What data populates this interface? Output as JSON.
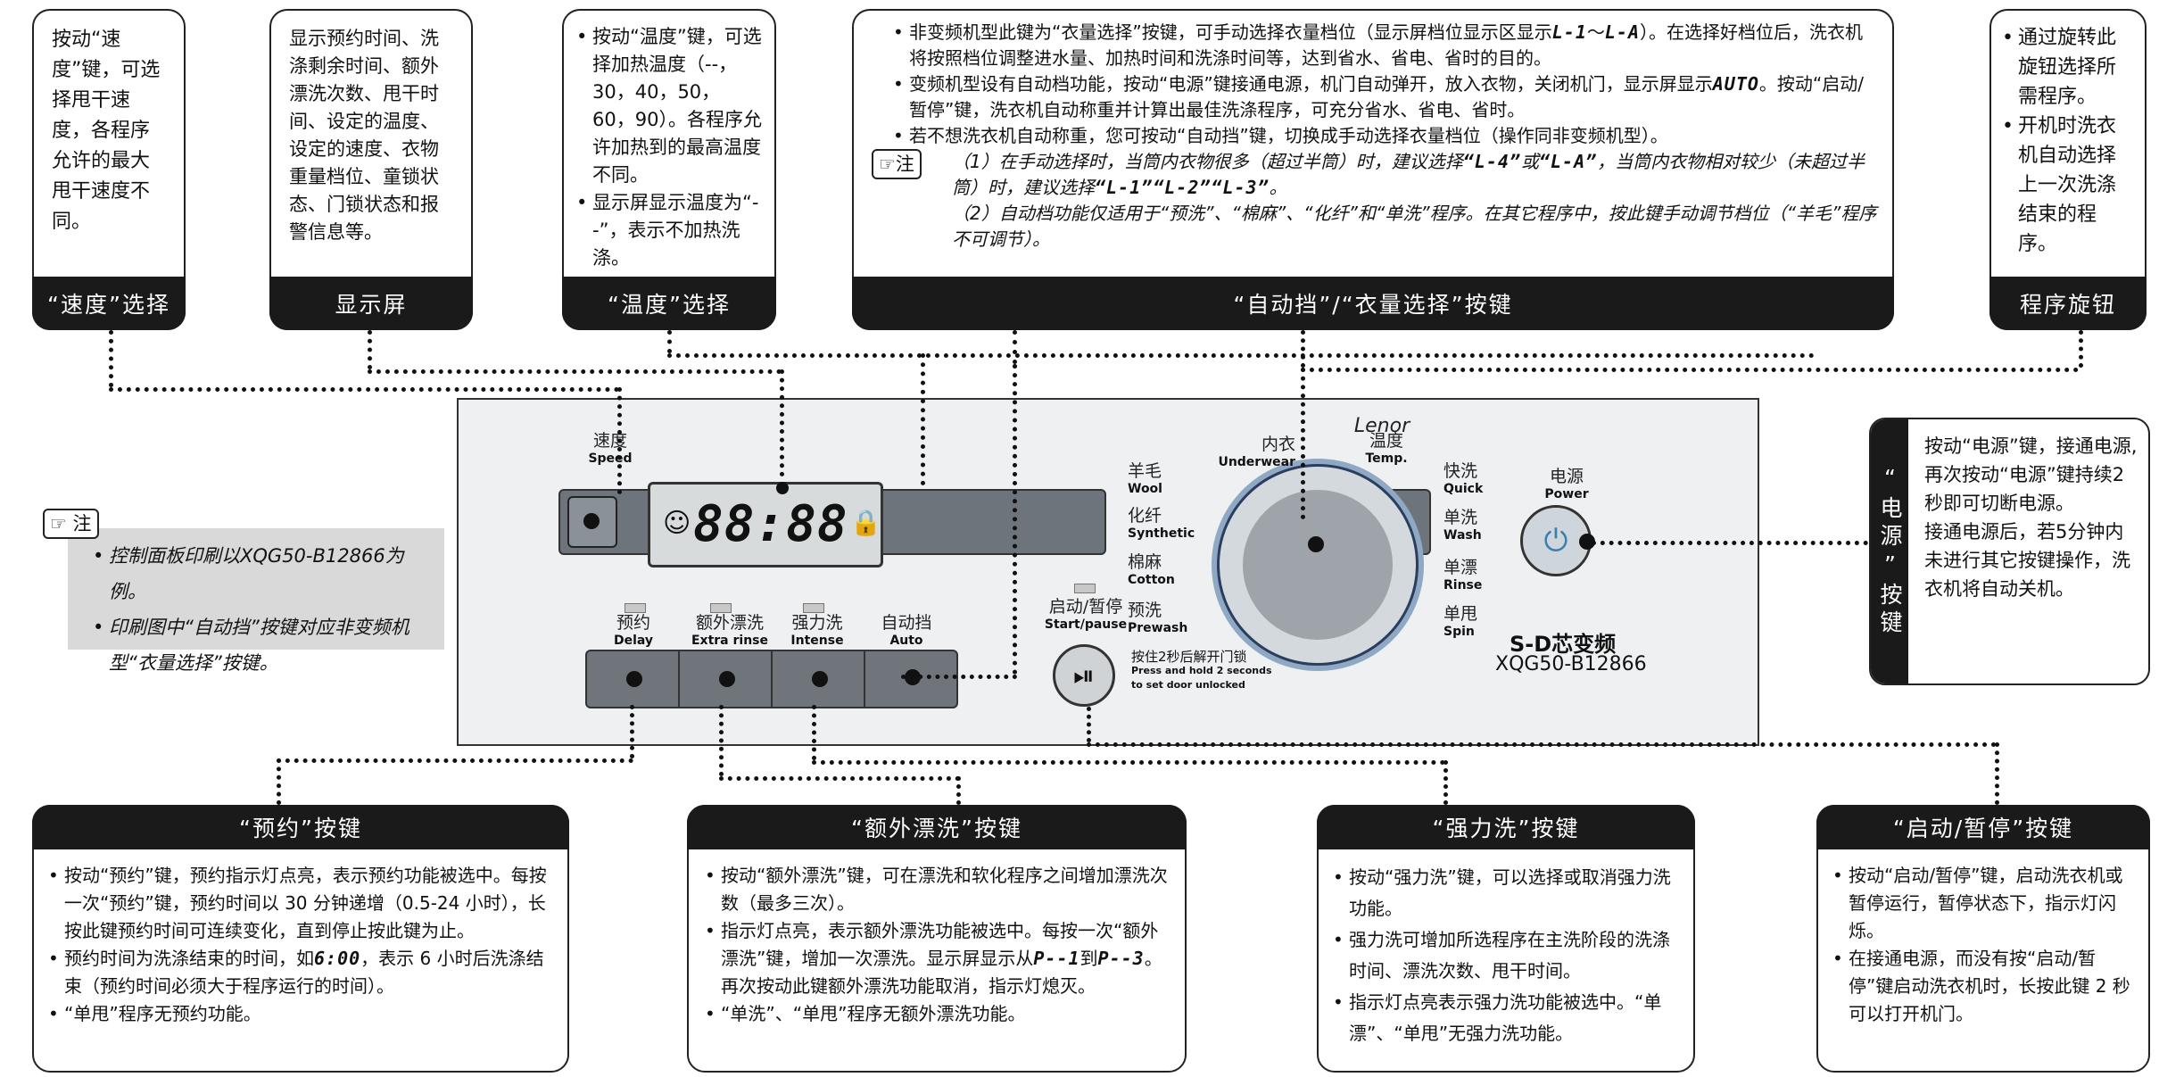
{
  "speed_card": {
    "title": "“速度”选择",
    "text": "按动“速度”键，可选择甩干速度，各程序允许的最大甩干速度不同。"
  },
  "display_card": {
    "title": "显示屏",
    "text": "显示预约时间、洗涤剩余时间、额外漂洗次数、甩干时间、设定的温度、设定的速度、衣物重量档位、童锁状态、门锁状态和报警信息等。"
  },
  "temp_card": {
    "title": "“温度”选择",
    "items": [
      "按动“温度”键，可选择加热温度（--，30，40，50，60，90）。各程序允许加热到的最高温度不同。",
      "显示屏显示温度为“--”，表示不加热洗涤。"
    ]
  },
  "auto_card": {
    "title": "“自动挡”/“衣量选择”按键",
    "item1_a": "非变频机型此键为“衣量选择”按键，可手动选择衣量档位（显示屏档位显示区显示",
    "seg_l1": "L-1",
    "seg_tilde": "～",
    "seg_la": "L-A",
    "item1_b": "）。在选择好档位后，洗衣机将按照档位调整进水量、加热时间和洗涤时间等，达到省水、省电、省时的目的。",
    "item2_a": "变频机型设有自动档功能，按动“电源”键接通电源，机门自动弹开，放入衣物，关闭机门，显示屏显示",
    "seg_auto": "AUTO",
    "item2_b": "。按动“启动/暂停”键，洗衣机自动称重并计算出最佳洗涤程序，可充分省水、省电、省时。",
    "item3": "若不想洗衣机自动称重，您可按动“自动挡”键，切换成手动选择衣量档位（操作同非变频机型）。",
    "note_label": "注",
    "note1_a": "（1）在手动选择时，当筒内衣物很多（超过半筒）时，建议选择",
    "note1_s1": "“L-4”",
    "note1_or": "或",
    "note1_s2": "“L-A”",
    "note1_b": "，当筒内衣物相对较少（未超过半筒）时，建议选择",
    "note1_s3": "“L-1”“L-2”“L-3”",
    "note1_c": "。",
    "note2": "（2）自动档功能仅适用于“预洗”、“棉麻”、“化纤”和“单洗”程序。在其它程序中，按此键手动调节档位（“羊毛”程序不可调节）。"
  },
  "program_card": {
    "title": "程序旋钮",
    "items": [
      "通过旋转此旋钮选择所需程序。",
      "开机时洗衣机自动选择上一次洗涤结束的程序。"
    ]
  },
  "power_card": {
    "title": "“电源”按键",
    "text1": "按动“电源”键，接通电源,再次按动“电源”键持续2秒即可切断电源。",
    "text2": "接通电源后，若5分钟内未进行其它按键操作，洗衣机将自动关机。"
  },
  "left_note": {
    "label": "注",
    "items": [
      "控制面板印刷以XQG50-B12866为例。",
      "印刷图中“自动挡”按键对应非变频机型“衣量选择”按键。"
    ]
  },
  "delay_card": {
    "title": "“预约”按键",
    "item1": "按动“预约”键，预约指示灯点亮，表示预约功能被选中。每按一次“预约”键，预约时间以 30 分钟递增（0.5-24 小时），长按此键预约时间可连续变化，直到停止按此键为止。",
    "item2_a": "预约时间为洗涤结束的时间，如",
    "item2_seg": "6:00",
    "item2_b": "，表示 6 小时后洗涤结束（预约时间必须大于程序运行的时间）。",
    "item3": "“单甩”程序无预约功能。"
  },
  "rinse_card": {
    "title": "“额外漂洗”按键",
    "item1": "按动“额外漂洗”键，可在漂洗和软化程序之间增加漂洗次数（最多三次）。",
    "item2_a": "指示灯点亮，表示额外漂洗功能被选中。每按一次“额外漂洗”键，增加一次漂洗。显示屏显示从",
    "item2_s1": "P--1",
    "item2_mid": "到",
    "item2_s2": "P--3",
    "item2_b": "。再次按动此键额外漂洗功能取消，指示灯熄灭。",
    "item3": "“单洗”、“单甩”程序无额外漂洗功能。"
  },
  "intense_card": {
    "title": "“强力洗”按键",
    "items": [
      "按动“强力洗”键，可以选择或取消强力洗功能。",
      "强力洗可增加所选程序在主洗阶段的洗涤时间、漂洗次数、甩干时间。",
      "指示灯点亮表示强力洗功能被选中。“单漂”、“单甩”无强力洗功能。"
    ]
  },
  "start_card": {
    "title": "“启动/暂停”按键",
    "items": [
      "按动“启动/暂停”键，启动洗衣机或暂停运行，暂停状态下，指示灯闪烁。",
      "在接通电源，而没有按“启动/暂停”键启动洗衣机时，长按此键 2 秒可以打开机门。"
    ]
  },
  "panel": {
    "speed_cn": "速度",
    "speed_en": "Speed",
    "temp_cn": "温度",
    "temp_en": "Temp.",
    "display_digits": "88:88",
    "delay_cn": "预约",
    "delay_en": "Delay",
    "rinse_cn": "额外漂洗",
    "rinse_en": "Extra rinse",
    "intense_cn": "强力洗",
    "intense_en": "Intense",
    "auto_cn": "自动挡",
    "auto_en": "Auto",
    "start_cn": "启动/暂停",
    "start_en": "Start/pause",
    "door_cn": "按住2秒后解开门锁",
    "door_en1": "Press and hold 2 seconds",
    "door_en2": "to set door unlocked",
    "power_cn": "电源",
    "power_en": "Power",
    "brand": "S-D芯变频",
    "model": "XQG50-B12866",
    "lenor": "Lenor",
    "programs": {
      "underwear_cn": "内衣",
      "underwear_en": "Underwear",
      "wool_cn": "羊毛",
      "wool_en": "Wool",
      "synthetic_cn": "化纤",
      "synthetic_en": "Synthetic",
      "cotton_cn": "棉麻",
      "cotton_en": "Cotton",
      "prewash_cn": "预洗",
      "prewash_en": "Prewash",
      "quick_cn": "快洗",
      "quick_en": "Quick",
      "wash_cn": "单洗",
      "wash_en": "Wash",
      "rinse_cn": "单漂",
      "rinse_en": "Rinse",
      "spin_cn": "单甩",
      "spin_en": "Spin"
    }
  }
}
